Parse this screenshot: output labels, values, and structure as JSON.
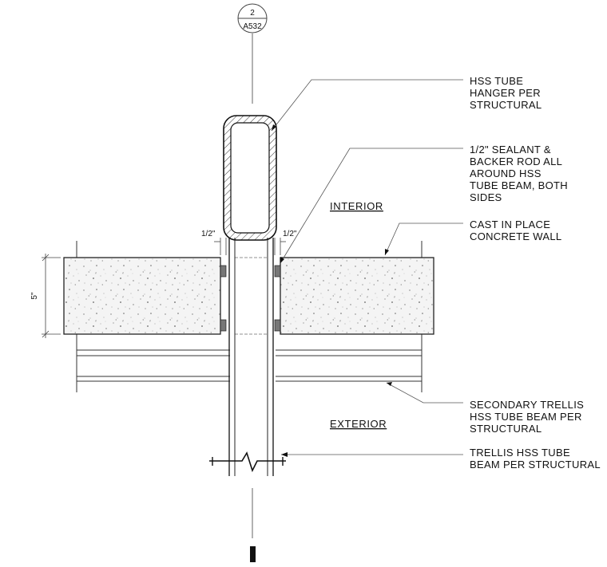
{
  "section_tag": {
    "number": "2",
    "sheet": "A532"
  },
  "rooms": {
    "interior": "INTERIOR",
    "exterior": "EXTERIOR"
  },
  "dimensions": {
    "left_joint": "1/2\"",
    "right_joint": "1/2\"",
    "wall_thickness": "5\""
  },
  "notes": {
    "hss_hanger": [
      "HSS TUBE",
      "HANGER PER",
      "STRUCTURAL"
    ],
    "sealant": [
      "1/2\" SEALANT &",
      "BACKER ROD ALL",
      "AROUND HSS",
      "TUBE BEAM, BOTH",
      "SIDES"
    ],
    "concrete": [
      "CAST IN PLACE",
      "CONCRETE WALL"
    ],
    "secondary_trellis": [
      "SECONDARY TRELLIS",
      "HSS TUBE BEAM PER",
      "STRUCTURAL"
    ],
    "trellis_beam": [
      "TRELLIS HSS TUBE",
      "BEAM PER STRUCTURAL"
    ]
  }
}
